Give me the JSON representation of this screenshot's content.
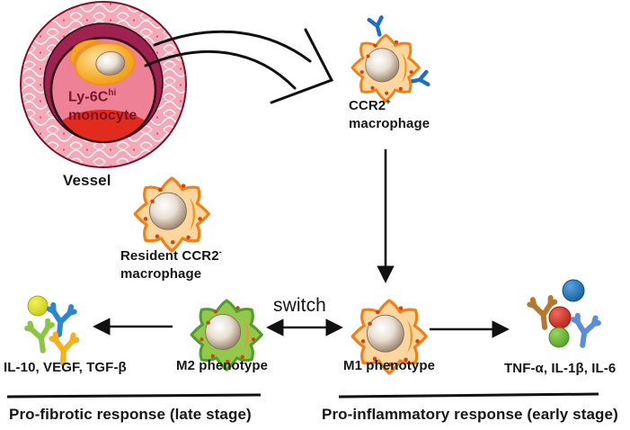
{
  "labels": {
    "vessel": "Vessel",
    "monocyte_name": "Ly-6C",
    "monocyte_sup": "hi",
    "monocyte_type": "monocyte",
    "ccr2pos_name": "CCR2",
    "ccr2pos_sup": "+",
    "ccr2pos_type": "macrophage",
    "resident_name": "Resident CCR2",
    "resident_sup": "-",
    "resident_type": "macrophage",
    "m2": "M2 phenotype",
    "m1": "M1 phenotype",
    "switch": "switch",
    "m2_cytokines": "IL-10, VEGF, TGF-β",
    "m1_cytokines": "TNF-α, IL-1β, IL-6",
    "pro_fibrotic": "Pro-fibrotic response (late stage)",
    "pro_inflammatory": "Pro-inflammatory response (early stage)"
  },
  "icons": {
    "m2_secretions": [
      {
        "name": "yellow-circle-cytokine",
        "color": "#dcdc28"
      },
      {
        "name": "blue-antibody",
        "color": "#2e86d1"
      },
      {
        "name": "green-antibody",
        "color": "#8bc640"
      },
      {
        "name": "orange-antibody",
        "color": "#f8b117"
      }
    ],
    "m1_secretions": [
      {
        "name": "brown-antibody",
        "color": "#b5782f"
      },
      {
        "name": "blue-circle-cytokine",
        "color": "#1a6fba"
      },
      {
        "name": "red-circle-cytokine",
        "color": "#d93025"
      },
      {
        "name": "light-blue-antibody",
        "color": "#5b8dd9"
      },
      {
        "name": "green-circle-cytokine",
        "color": "#6abf3a"
      }
    ]
  },
  "colors": {
    "macrophage_fill": "#fbd69e",
    "macrophage_outline": "#f08119",
    "m2_fill": "#93c84b",
    "m2_outline": "#4f9e2b",
    "receptor_blue": "#1d6fc0",
    "vessel_wall_pink": "#f3a9b7",
    "vessel_wall_edge": "#7e1027",
    "vessel_dark_ring": "#9e2150",
    "lumen_pink": "#ee8195",
    "lumen_red": "#e12b1e",
    "monocyte_orange": "#f5a623",
    "monocyte_label_color": "#7a1527",
    "crescent_orange": "#f0952c",
    "arrow_color": "#111111"
  }
}
